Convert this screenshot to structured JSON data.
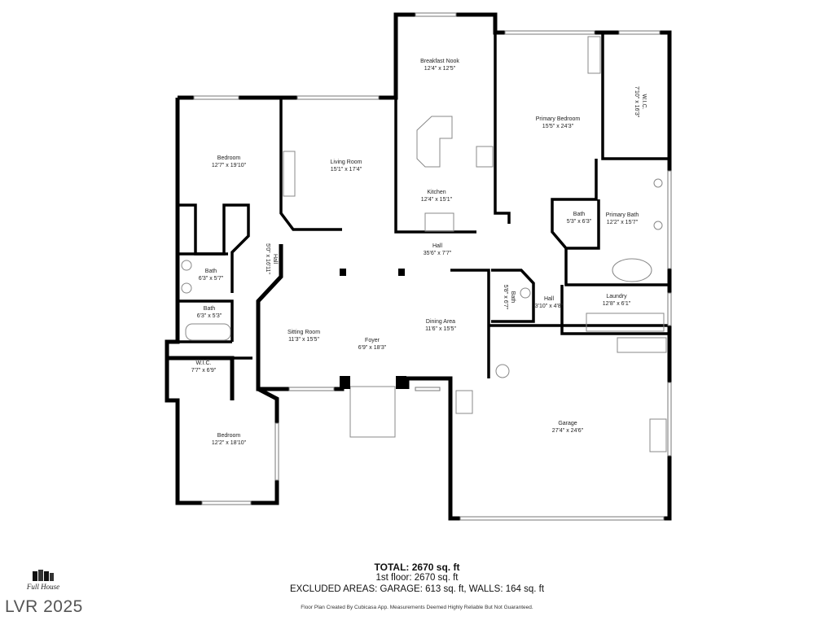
{
  "rooms": [
    {
      "name": "Breakfast Nook",
      "dims": "12'4\" x 12'5\""
    },
    {
      "name": "Bedroom",
      "dims": "12'7\" x 19'10\""
    },
    {
      "name": "Living Room",
      "dims": "15'1\" x 17'4\""
    },
    {
      "name": "Kitchen",
      "dims": "12'4\" x 15'1\""
    },
    {
      "name": "Primary Bedroom",
      "dims": "15'5\" x 24'3\""
    },
    {
      "name": "W.I.C.",
      "dims": "7'10\" x 16'3\""
    },
    {
      "name": "Bath",
      "dims": "5'3\" x 6'3\""
    },
    {
      "name": "Primary Bath",
      "dims": "12'2\" x 15'7\""
    },
    {
      "name": "Hall",
      "dims": "35'6\" x 7'7\""
    },
    {
      "name": "Hall",
      "dims": "5'0\" x 16'11\""
    },
    {
      "name": "Bath",
      "dims": "6'3\" x 5'7\""
    },
    {
      "name": "Bath",
      "dims": "6'3\" x 5'3\""
    },
    {
      "name": "Bath",
      "dims": "5'8\" x 6'7\""
    },
    {
      "name": "Hall",
      "dims": "3'10\" x 4'8\""
    },
    {
      "name": "Laundry",
      "dims": "12'8\" x 6'1\""
    },
    {
      "name": "Sitting Room",
      "dims": "11'3\" x 15'5\""
    },
    {
      "name": "Foyer",
      "dims": "6'9\" x 18'3\""
    },
    {
      "name": "Dining Area",
      "dims": "11'6\" x 15'5\""
    },
    {
      "name": "W.I.C.",
      "dims": "7'7\" x 6'9\""
    },
    {
      "name": "Bedroom",
      "dims": "12'2\" x 18'10\""
    },
    {
      "name": "Garage",
      "dims": "27'4\" x 24'6\""
    }
  ],
  "summary": {
    "total": "TOTAL: 2670 sq. ft",
    "first_floor": "1st floor: 2670 sq. ft",
    "excluded": "EXCLUDED AREAS: GARAGE: 613 sq. ft, WALLS: 164 sq. ft",
    "disclaimer": "Floor Plan Created By Cubicasa App. Measurements Deemed Highly Reliable But Not Guaranteed."
  },
  "logo_text": "Full House",
  "watermark": "LVR 2025"
}
